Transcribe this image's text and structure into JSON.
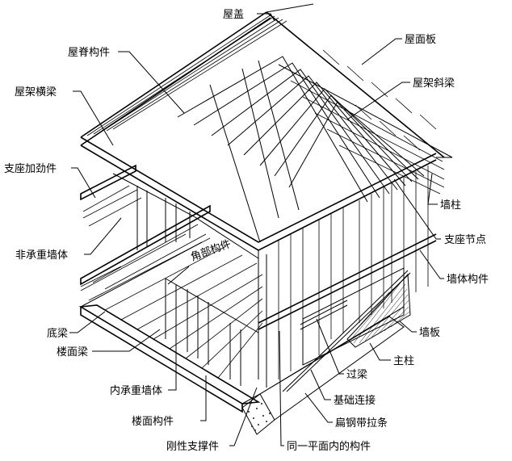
{
  "labels": {
    "roof_cover": "屋盖",
    "ridge_member": "屋脊构件",
    "roof_sheathing": "屋面板",
    "roof_truss_beam": "屋架横梁",
    "rafter": "屋架斜梁",
    "bearing_stiffener": "支座加劲件",
    "wall_stud": "墙柱",
    "non_bearing_wall": "非承重墙体",
    "corner_member": "角部构件",
    "bearing_joint": "支座节点",
    "wall_member": "墙体构件",
    "sill_beam": "底梁",
    "wall_sheathing": "墙板",
    "floor_joist": "楼面梁",
    "main_post": "主柱",
    "inner_bearing_wall": "内承重墙体",
    "header": "过梁",
    "foundation_connection": "基础连接",
    "floor_member": "楼面构件",
    "flat_strap": "扁钢带拉条",
    "rigid_bracing": "刚性支撑件",
    "coplanar_member": "同一平面内的构件"
  }
}
